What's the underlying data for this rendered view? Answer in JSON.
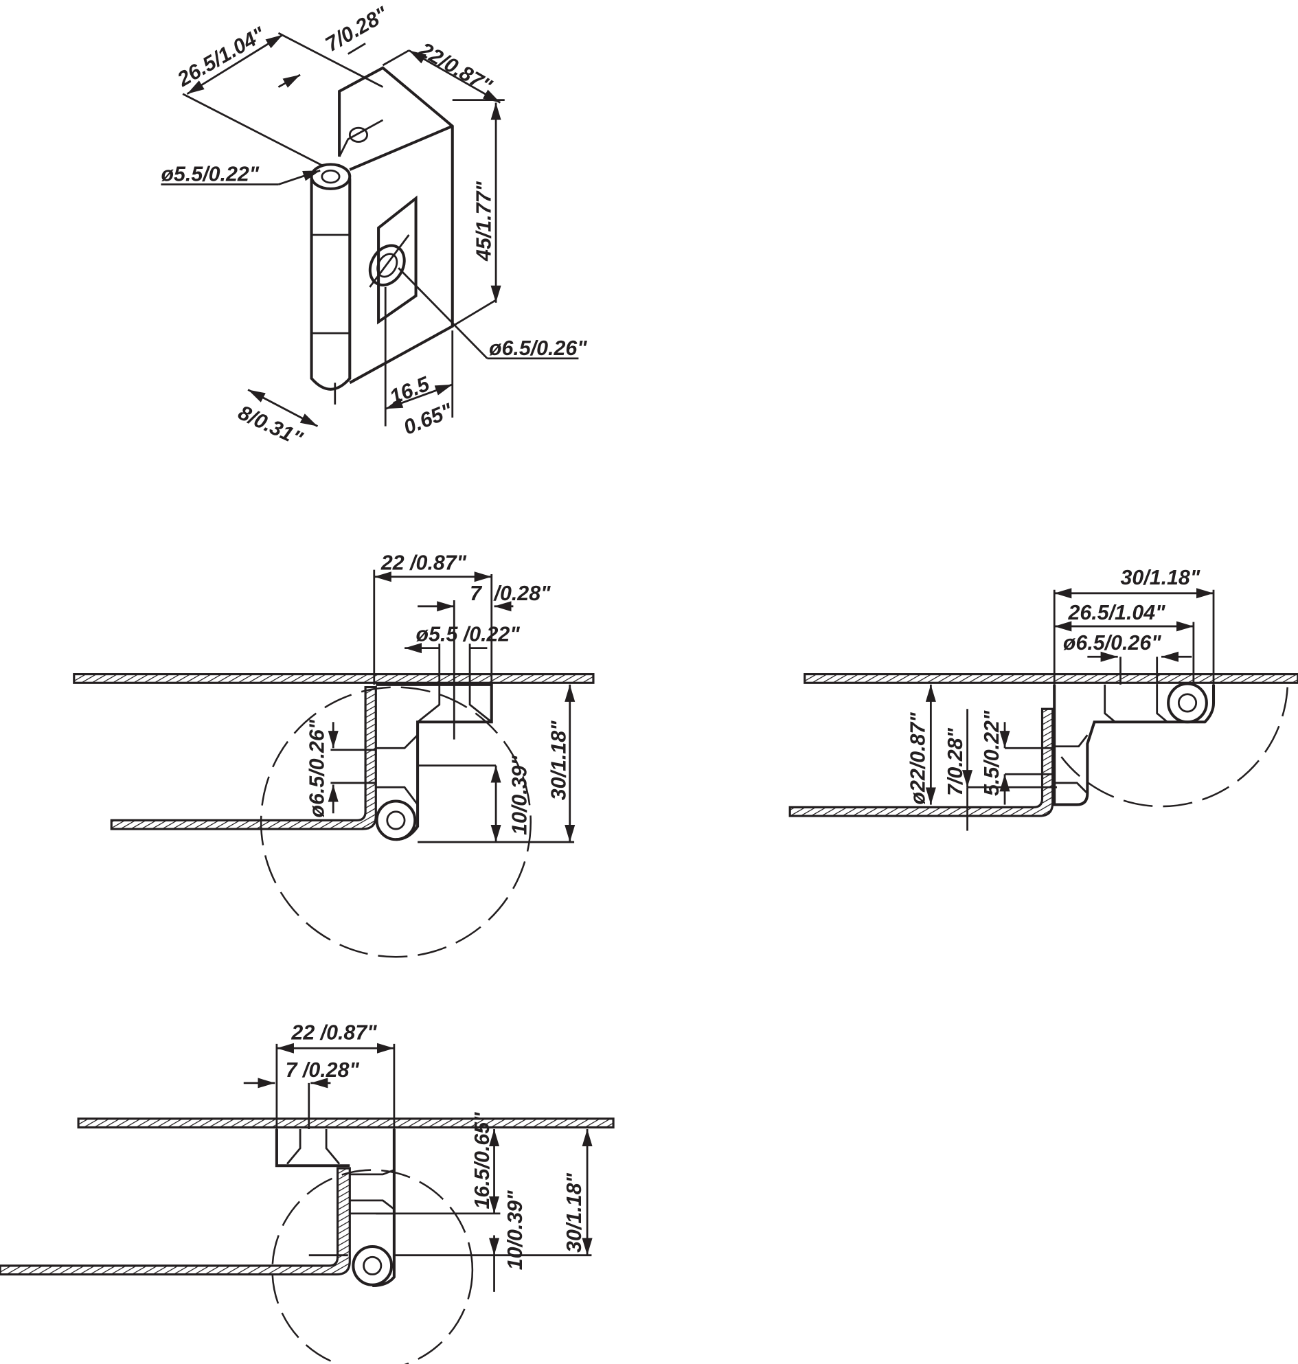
{
  "colors": {
    "ink": "#231f20",
    "background": "#ffffff"
  },
  "isometric_view": {
    "labels": {
      "width_outer": "26.5/1.04\"",
      "leaf_offset": "7/0.28\"",
      "leaf_depth": "22/0.87\"",
      "pin_diameter": "ø5.5/0.22\"",
      "height": "45/1.77\"",
      "hole_diameter": "ø6.5/0.26\"",
      "hole_offset_mm": "16.5",
      "hole_offset_in": "0.65\"",
      "knuckle_width": "8/0.31\""
    }
  },
  "view_1": {
    "labels": {
      "depth": "22 /0.87\"",
      "offset_mm": "7",
      "offset_in": "/0.28\"",
      "pin_diameter": "ø5.5 /0.22\"",
      "hole_diameter": "ø6.5/0.26\"",
      "pivot_offset": "10/0.39\"",
      "height": "30/1.18\""
    }
  },
  "view_2": {
    "labels": {
      "width": "30/1.18\"",
      "pitch": "26.5/1.04\"",
      "hole_diameter": "ø6.5/0.26\"",
      "swing_diameter": "ø22/0.87\"",
      "offset": "7/0.28\"",
      "pin_diameter": "5.5/0.22\""
    }
  },
  "view_3": {
    "labels": {
      "depth": "22 /0.87\"",
      "offset": "7 /0.28\"",
      "hole_offset": "16.5/0.65\"",
      "pivot_offset": "10/0.39\"",
      "height": "30/1.18\""
    }
  }
}
